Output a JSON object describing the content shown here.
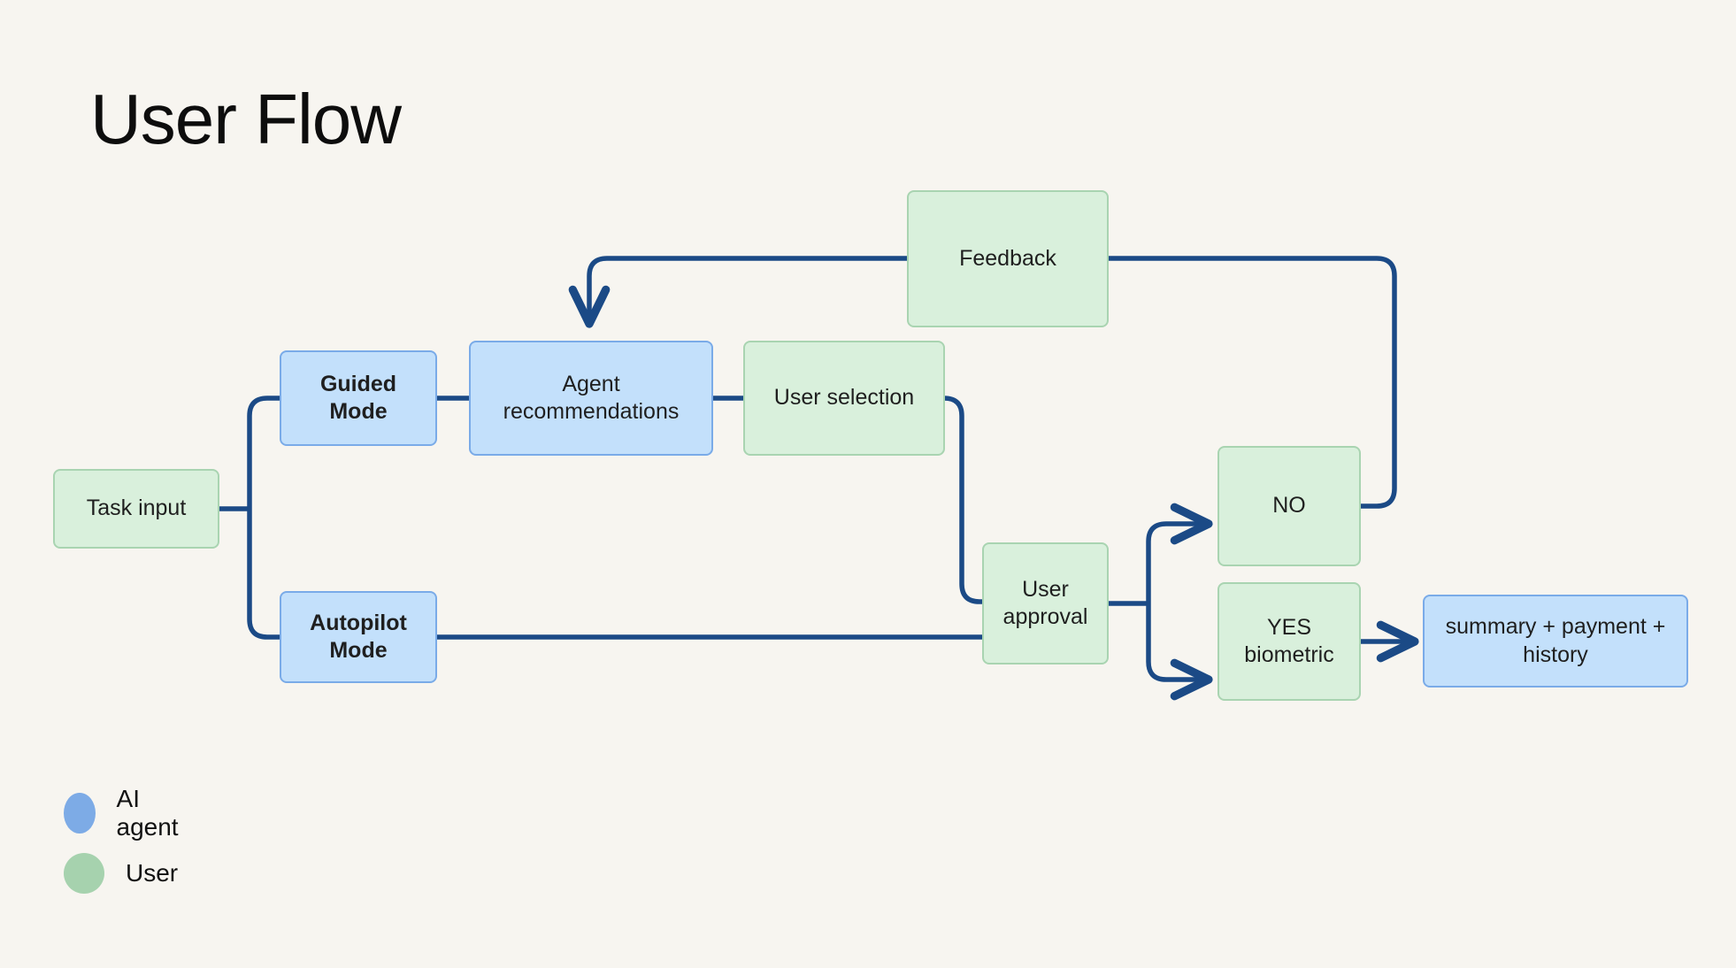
{
  "page": {
    "title": "User Flow",
    "background_color": "#f7f5f0"
  },
  "palette": {
    "agent_fill": "#c3e0fb",
    "agent_border": "#7aabe8",
    "user_fill": "#d9f0dc",
    "user_border": "#a9d4b1",
    "edge_color": "#1b4a86",
    "text_color": "#1f1f1f"
  },
  "nodes": {
    "task_input": {
      "label": "Task input",
      "role": "user",
      "bold": false
    },
    "guided_mode": {
      "label": "Guided Mode",
      "role": "agent",
      "bold": true
    },
    "agent_recs": {
      "label": "Agent\nrecommendations",
      "role": "agent",
      "bold": false
    },
    "user_selection": {
      "label": "User selection",
      "role": "user",
      "bold": false
    },
    "feedback": {
      "label": "Feedback",
      "role": "user",
      "bold": false
    },
    "autopilot_mode": {
      "label": "Autopilot\nMode",
      "role": "agent",
      "bold": true
    },
    "user_approval": {
      "label": "User\napproval",
      "role": "user",
      "bold": false
    },
    "no": {
      "label": "NO",
      "role": "user",
      "bold": false
    },
    "yes_biometric": {
      "label": "YES\nbiometric",
      "role": "user",
      "bold": false
    },
    "summary": {
      "label": "summary + payment +\nhistory",
      "role": "agent",
      "bold": false
    }
  },
  "legend": {
    "items": [
      {
        "key": "agent",
        "label": "AI agent",
        "color": "#7dabe6"
      },
      {
        "key": "user",
        "label": "User",
        "color": "#a6d2ae"
      }
    ]
  },
  "flow_edges": [
    {
      "from": "task_input",
      "to": "guided_mode",
      "arrow": false
    },
    {
      "from": "task_input",
      "to": "autopilot_mode",
      "arrow": false
    },
    {
      "from": "guided_mode",
      "to": "agent_recs",
      "arrow": false
    },
    {
      "from": "agent_recs",
      "to": "user_selection",
      "arrow": false
    },
    {
      "from": "user_selection",
      "to": "user_approval",
      "arrow": false
    },
    {
      "from": "autopilot_mode",
      "to": "user_approval",
      "arrow": false
    },
    {
      "from": "user_approval",
      "to": "no",
      "arrow": true
    },
    {
      "from": "user_approval",
      "to": "yes_biometric",
      "arrow": true
    },
    {
      "from": "no",
      "to": "feedback",
      "arrow": false
    },
    {
      "from": "feedback",
      "to": "agent_recs",
      "arrow": true
    },
    {
      "from": "yes_biometric",
      "to": "summary",
      "arrow": true
    }
  ]
}
